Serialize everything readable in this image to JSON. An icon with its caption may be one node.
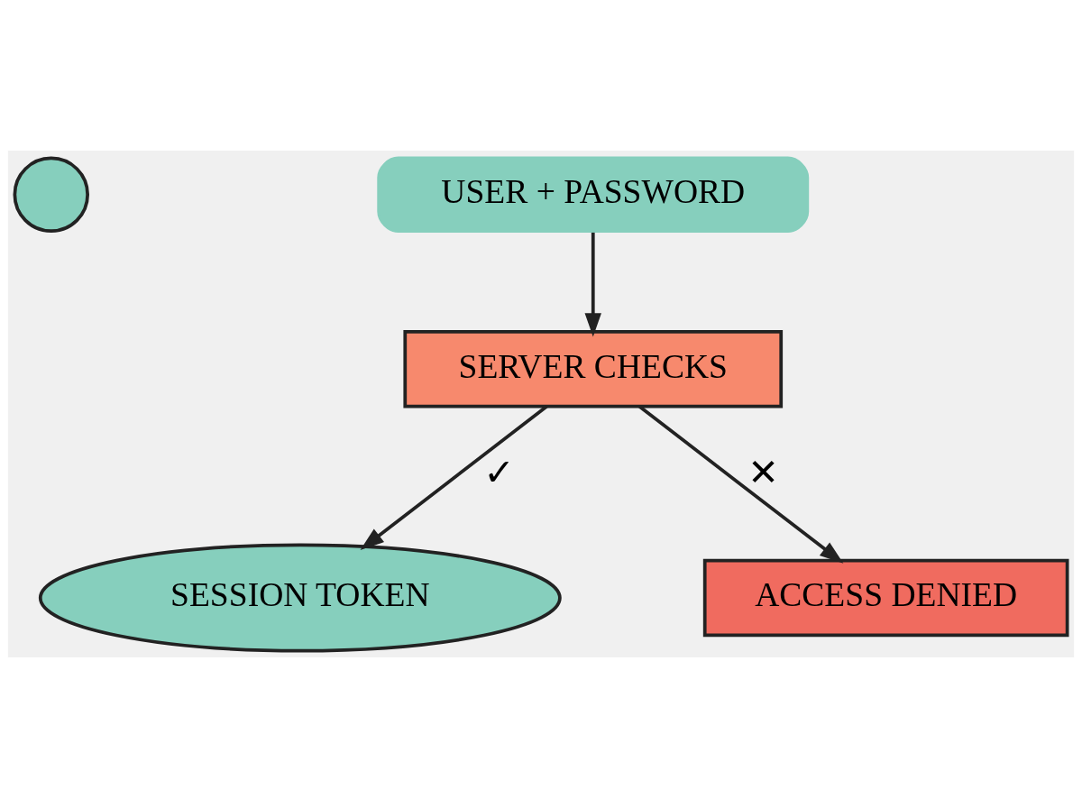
{
  "diagram": {
    "nodes": [
      {
        "text": [],
        "shape": "person"
      },
      {
        "text": [
          "USER + PASSWORD"
        ]
      },
      {
        "text": [
          "SERVER CHECKS"
        ]
      },
      {
        "text": [
          "SESSION TOKEN"
        ]
      },
      {
        "text": [
          "ACCESS DENIED"
        ]
      }
    ],
    "edges": [
      {
        "from": 1,
        "to": 2,
        "arrow": "to"
      },
      {
        "from": 2,
        "to": 3,
        "arrow": "to",
        "label": "✓"
      },
      {
        "from": 2,
        "to": 4,
        "arrow": "to",
        "label": "✕"
      }
    ]
  }
}
